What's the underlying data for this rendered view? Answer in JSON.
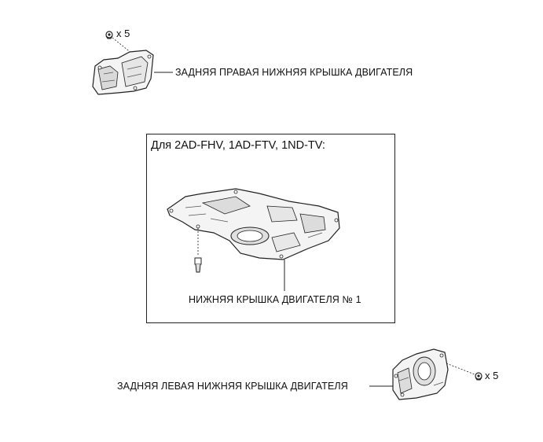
{
  "callouts": {
    "rear_right_cover": "ЗАДНЯЯ ПРАВАЯ НИЖНЯЯ КРЫШКА ДВИГАТЕЛЯ",
    "rear_left_cover": "ЗАДНЯЯ ЛЕВАЯ НИЖНЯЯ КРЫШКА ДВИГАТЕЛЯ",
    "engine_under_cover_1": "НИЖНЯЯ КРЫШКА ДВИГАТЕЛЯ № 1"
  },
  "quantities": {
    "top_bolts": "x 5",
    "bottom_bolts": "x 5"
  },
  "variant_box": {
    "title": "Для 2AD-FHV, 1AD-FTV, 1ND-TV:"
  },
  "colors": {
    "line": "#222222",
    "part_fill": "#f4f4f4",
    "part_shade": "#bdbdbd"
  }
}
